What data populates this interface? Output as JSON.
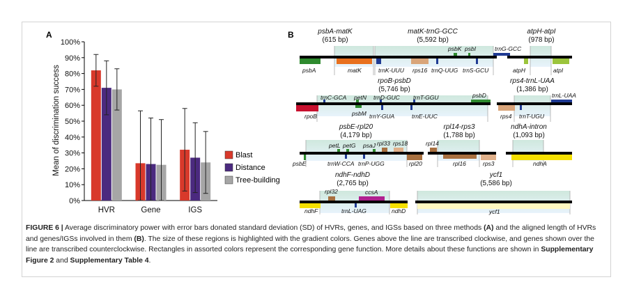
{
  "panel_a": {
    "label": "A",
    "ylabel": "Mean of discrimination success",
    "legend": [
      {
        "name": "Blast",
        "color": "#d8392b"
      },
      {
        "name": "Distance",
        "color": "#4b2a7f"
      },
      {
        "name": "Tree-building",
        "color": "#a6a6a6"
      }
    ]
  },
  "chart_data": {
    "type": "bar",
    "categories": [
      "HVR",
      "Gene",
      "IGS"
    ],
    "yticks": [
      "0%",
      "10%",
      "20%",
      "30%",
      "40%",
      "50%",
      "60%",
      "70%",
      "80%",
      "90%",
      "100%"
    ],
    "ylim": [
      0,
      100
    ],
    "ylabel": "Mean of discrimination success",
    "legend_position": "right",
    "series": [
      {
        "name": "Blast",
        "color": "#d8392b",
        "values": [
          82,
          23.5,
          32
        ],
        "err": [
          10,
          33,
          26
        ]
      },
      {
        "name": "Distance",
        "color": "#4b2a7f",
        "values": [
          71,
          23,
          27
        ],
        "err": [
          17,
          29,
          22
        ]
      },
      {
        "name": "Tree-building",
        "color": "#a6a6a6",
        "values": [
          70,
          22.5,
          24
        ],
        "err": [
          13,
          28.5,
          19.5
        ]
      }
    ]
  },
  "panel_b": {
    "label": "B",
    "regions": [
      {
        "name": "psbA-matK",
        "length": "(615 bp)"
      },
      {
        "name": "matK-trnG-GCC",
        "length": "(5,592 bp)"
      },
      {
        "name": "atpH-atpI",
        "length": "(978 bp)"
      },
      {
        "name": "rpoB-psbD",
        "length": "(5,746 bp)"
      },
      {
        "name": "rps4-trnL-UAA",
        "length": "(1,386 bp)"
      },
      {
        "name": "psbE-rpl20",
        "length": "(4,179 bp)"
      },
      {
        "name": "rpl14-rps3",
        "length": "(1,788 bp)"
      },
      {
        "name": "ndhA-intron",
        "length": "(1,093 bp)"
      },
      {
        "name": "ndhF-ndhD",
        "length": "(2,765 bp)"
      },
      {
        "name": "ycf1",
        "length": "(5,586 bp)"
      }
    ],
    "genes": {
      "psbA": "psbA",
      "matK": "matK",
      "trnK_UUU": "trnK-UUU",
      "rps16": "rps16",
      "trnQ_UUG": "trnQ-UUG",
      "trnS_GCU": "trnS-GCU",
      "psbK": "psbK",
      "psbI": "psbI",
      "trnG_GCC": "trnG-GCC",
      "atpH": "atpH",
      "atpI": "atpI",
      "rpoB": "rpoB",
      "trnC_GCA": "trnC-GCA",
      "petN": "petN",
      "psbM": "psbM",
      "trnD_GUC": "trnD-GUC",
      "trnY_GUA": "trnY-GUA",
      "trnE_UUC": "trnE-UUC",
      "trnT_GGU": "trnT-GGU",
      "psbD": "psbD",
      "rps4": "rps4",
      "trnT_UGU": "trnT-UGU",
      "trnL_UAA": "trnL-UAA",
      "psbE": "psbE",
      "petL": "petL",
      "petG": "petG",
      "psaJ": "psaJ",
      "rpl33": "rpl33",
      "rps18": "rps18",
      "trnW_CCA": "trnW-CCA",
      "trnP_UGG": "trnP-UGG",
      "rpl20": "rpl20",
      "rpl14": "rpl14",
      "rpl16": "rpl16",
      "rps3": "rps3",
      "ndhA": "ndhA",
      "ndhF": "ndhF",
      "rpl32": "rpl32",
      "ccsA": "ccsA",
      "trnL_UAG": "trnL-UAG",
      "ndhD": "ndhD",
      "ycf1": "ycf1"
    }
  },
  "caption": {
    "figure_label": "FIGURE 6 |",
    "t1": " Average discriminatory power with error bars donated standard deviation (SD) of HVRs, genes, and IGSs based on three methods ",
    "ref_a": "(A)",
    "t2": " and the aligned length of HVRs and genes/IGSs involved in them ",
    "ref_b": "(B)",
    "t3": ". The size of these regions is highlighted with the gradient colors. Genes above the line are transcribed clockwise, and genes shown over the line are transcribed counterclockwise. Rectangles in assorted colors represent the corresponding gene function. More details about these functions are shown in ",
    "ref_fig": "Supplementary Figure 2",
    "t4": " and ",
    "ref_table": "Supplementary Table 4",
    "t5": "."
  }
}
